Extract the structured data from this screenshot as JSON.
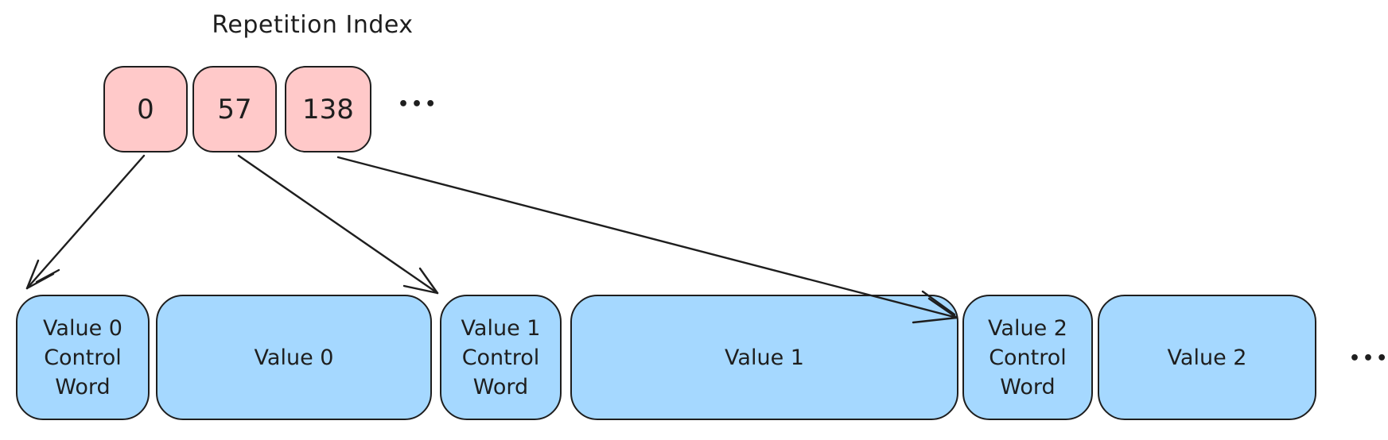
{
  "title": "Repetition Index",
  "colors": {
    "pink_fill": "#ffc9c9",
    "blue_fill": "#a5d8ff",
    "stroke": "#1e1e1e",
    "background": "#ffffff"
  },
  "repetition_index": {
    "cells": [
      {
        "value": "0"
      },
      {
        "value": "57"
      },
      {
        "value": "138"
      }
    ],
    "ellipsis": "•••"
  },
  "value_stream": {
    "segments": [
      {
        "text": "Value 0\nControl\nWord"
      },
      {
        "text": "Value 0"
      },
      {
        "text": "Value 1\nControl\nWord"
      },
      {
        "text": "Value 1"
      },
      {
        "text": "Value 2\nControl\nWord"
      },
      {
        "text": "Value 2"
      }
    ],
    "ellipsis": "•••"
  },
  "arrows": [
    {
      "from": "0",
      "to": "Value 0 Control Word"
    },
    {
      "from": "57",
      "to": "Value 1 Control Word"
    },
    {
      "from": "138",
      "to": "Value 2 Control Word"
    }
  ]
}
